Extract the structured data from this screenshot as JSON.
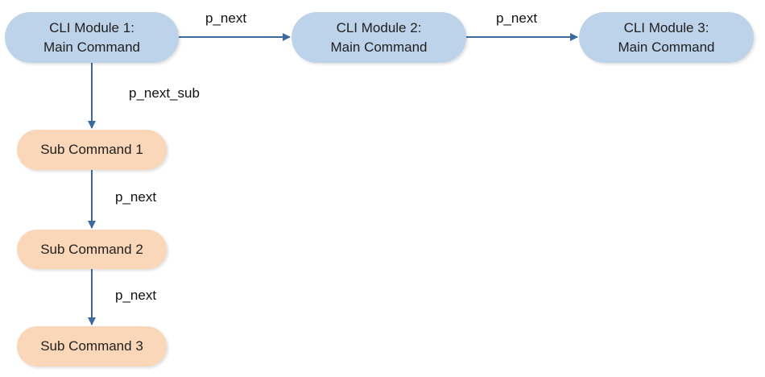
{
  "main_commands": [
    {
      "line1": "CLI Module 1:",
      "line2": "Main Command"
    },
    {
      "line1": "CLI Module 2:",
      "line2": "Main Command"
    },
    {
      "line1": "CLI Module 3:",
      "line2": "Main Command"
    }
  ],
  "sub_commands": [
    {
      "label": "Sub Command 1"
    },
    {
      "label": "Sub Command 2"
    },
    {
      "label": "Sub Command 3"
    }
  ],
  "edges": {
    "main1_to_main2": "p_next",
    "main2_to_main3": "p_next",
    "main1_to_sub1": "p_next_sub",
    "sub1_to_sub2": "p_next",
    "sub2_to_sub3": "p_next"
  },
  "colors": {
    "main_fill": "#bdd3e9",
    "sub_fill": "#fad7b8",
    "arrow": "#3d6a9e"
  }
}
